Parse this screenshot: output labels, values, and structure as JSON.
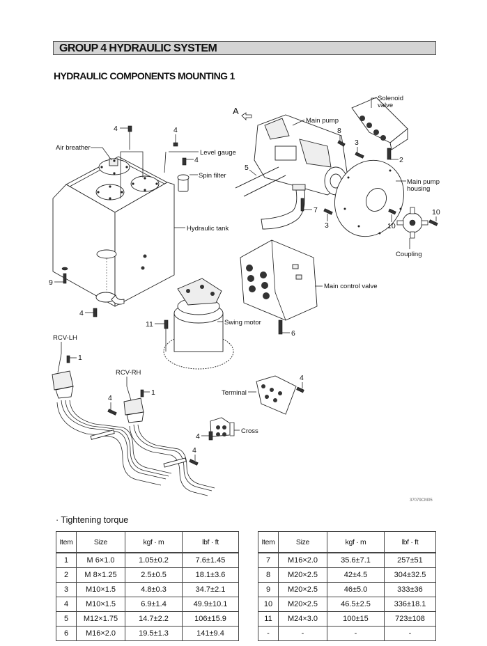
{
  "header": {
    "group_title": "GROUP 4 HYDRAULIC SYSTEM",
    "section_title": "HYDRAULIC COMPONENTS MOUNTING 1"
  },
  "diagram": {
    "view_marker": "A",
    "drawing_code": "37079CM05",
    "component_labels": {
      "air_breather": "Air breather",
      "level_gauge": "Level gauge",
      "spin_filter": "Spin filter",
      "hydraulic_tank": "Hydraulic tank",
      "main_pump": "Main pump",
      "solenoid_valve_1": "Solenoid",
      "solenoid_valve_2": "valve",
      "main_pump_housing_1": "Main pump",
      "main_pump_housing_2": "housing",
      "coupling": "Coupling",
      "main_control_valve": "Main control valve",
      "swing_motor": "Swing motor",
      "rcv_lh": "RCV-LH",
      "rcv_rh": "RCV-RH",
      "terminal": "Terminal",
      "cross": "Cross"
    },
    "callouts": {
      "tank_top_bolt": "4",
      "level_gauge_bolt": "4",
      "spin_filter_bolt": "4",
      "tank_foot_bolt": "9",
      "tank_outlet_bolt": "4",
      "pump_hose_fitting": "5",
      "pump_bolt": "8",
      "housing_bolt_upper": "3",
      "housing_bolt_lower": "3",
      "solenoid_bolt": "2",
      "suction_pipe_bolt": "7",
      "coupling_bolt_left": "10",
      "coupling_bolt_right": "10",
      "mcv_bolt": "6",
      "swing_motor_bolt": "11",
      "rcv_lh_bolt": "1",
      "rcv_rh_bolt": "1",
      "hose_clamp_bolt_lh": "4",
      "hose_clamp_bolt_rh": "4",
      "terminal_bolt": "4",
      "cross_bolt": "4"
    }
  },
  "torque": {
    "title": "· Tightening torque",
    "columns": [
      "Item",
      "Size",
      "kgf · m",
      "lbf · ft"
    ],
    "left_rows": [
      {
        "item": "1",
        "size": "M  6×1.0",
        "kgf_m": "1.05±0.2",
        "lbf_ft": "7.6±1.45"
      },
      {
        "item": "2",
        "size": "M  8×1.25",
        "kgf_m": "2.5±0.5",
        "lbf_ft": "18.1±3.6"
      },
      {
        "item": "3",
        "size": "M10×1.5",
        "kgf_m": "4.8±0.3",
        "lbf_ft": "34.7±2.1"
      },
      {
        "item": "4",
        "size": "M10×1.5",
        "kgf_m": "6.9±1.4",
        "lbf_ft": "49.9±10.1"
      },
      {
        "item": "5",
        "size": "M12×1.75",
        "kgf_m": "14.7±2.2",
        "lbf_ft": "106±15.9"
      },
      {
        "item": "6",
        "size": "M16×2.0",
        "kgf_m": "19.5±1.3",
        "lbf_ft": "141±9.4"
      }
    ],
    "right_rows": [
      {
        "item": "7",
        "size": "M16×2.0",
        "kgf_m": "35.6±7.1",
        "lbf_ft": "257±51"
      },
      {
        "item": "8",
        "size": "M20×2.5",
        "kgf_m": "42±4.5",
        "lbf_ft": "304±32.5"
      },
      {
        "item": "9",
        "size": "M20×2.5",
        "kgf_m": "46±5.0",
        "lbf_ft": "333±36"
      },
      {
        "item": "10",
        "size": "M20×2.5",
        "kgf_m": "46.5±2.5",
        "lbf_ft": "336±18.1"
      },
      {
        "item": "11",
        "size": "M24×3.0",
        "kgf_m": "100±15",
        "lbf_ft": "723±108"
      },
      {
        "item": "-",
        "size": "-",
        "kgf_m": "-",
        "lbf_ft": "-"
      }
    ]
  }
}
